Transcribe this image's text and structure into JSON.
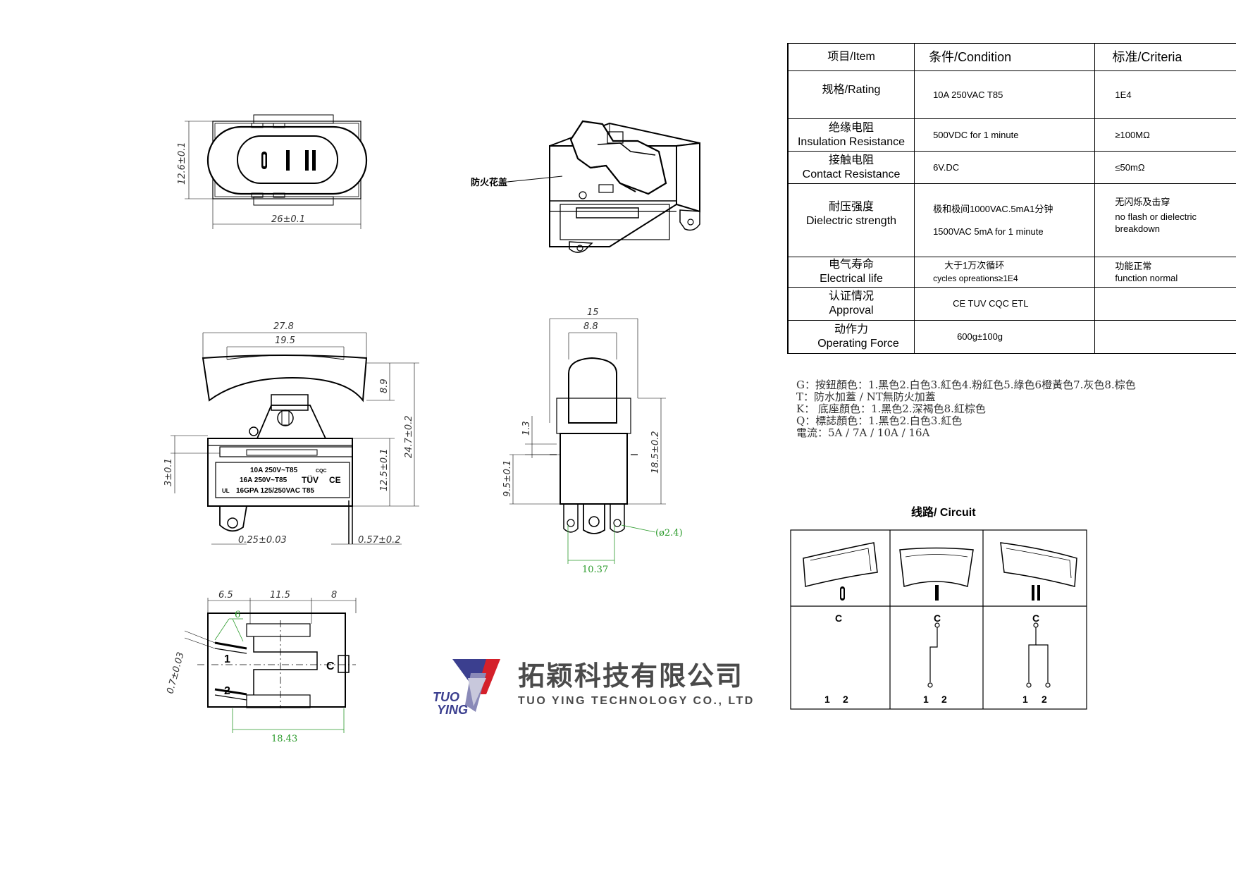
{
  "labels": {
    "fire_cover": "防火花盖",
    "mark_line1": "10A 250V~T85",
    "mark_line2": "16A 250V~T85",
    "mark_line3": "16GPA 125/250VAC T85",
    "mark_tuv": "TÜV",
    "mark_ce": "CE",
    "mark_cqc": "CQC",
    "mark_ul": "UL"
  },
  "dimensions": {
    "top_height": "12.6±0.1",
    "top_width": "26±0.1",
    "front_width_outer": "27.8",
    "front_width_inner": "19.5",
    "front_h1": "8.9",
    "front_h2": "24.7±0.2",
    "front_h3": "12.5±0.1",
    "front_h4": "3±0.1",
    "front_bottom_left": "0.25±0.03",
    "front_bottom_right": "0.57±0.2",
    "side_w1": "15",
    "side_w2": "8.8",
    "side_h1": "1.3",
    "side_h2": "9.5±0.1",
    "side_h3": "18.5±0.2",
    "side_hole": "(ø2.4)",
    "side_pin_span": "10.37",
    "bottom_w1": "6.5",
    "bottom_w2": "11.5",
    "bottom_w3": "8",
    "bottom_angle": "6",
    "bottom_thickness": "0.7±0.03",
    "bottom_span": "18.43",
    "pin_1": "1",
    "pin_2": "2",
    "pin_c": "C"
  },
  "switch_symbols": [
    "0",
    "I",
    "II"
  ],
  "table": {
    "headers": [
      "项目/Item",
      "条件/Condition",
      "标准/Criteria"
    ],
    "rows": [
      {
        "item_cn": "规格/Rating",
        "item_en": "",
        "condition": "10A  250VAC  T85",
        "condition2": "",
        "criteria": "1E4",
        "criteria2": ""
      },
      {
        "item_cn": "绝缘电阻",
        "item_en": "Insulation Resistance",
        "condition": "500VDC for 1 minute",
        "condition2": "",
        "criteria": "≥100MΩ",
        "criteria2": ""
      },
      {
        "item_cn": "接触电阻",
        "item_en": "Contact Resistance",
        "condition": "6V.DC",
        "condition2": "",
        "criteria": "≤50mΩ",
        "criteria2": ""
      },
      {
        "item_cn": "耐压强度",
        "item_en": "Dielectric strength",
        "condition": "极和极间1000VAC.5mA1分钟",
        "condition2": "1500VAC 5mA for 1 minute",
        "criteria": "无闪烁及击穿",
        "criteria2": "no flash or dielectric breakdown"
      },
      {
        "item_cn": "电气寿命",
        "item_en": "Electrical life",
        "condition": "大于1万次循环",
        "condition2": "cycles opreations≥1E4",
        "criteria": "功能正常",
        "criteria2": "function normal"
      },
      {
        "item_cn": "认证情况",
        "item_en": "Approval",
        "condition": "CE TUV CQC ETL",
        "condition2": "",
        "criteria": "",
        "criteria2": ""
      },
      {
        "item_cn": "动作力",
        "item_en": "Operating Force",
        "condition": "600g±100g",
        "condition2": "",
        "criteria": "",
        "criteria2": ""
      }
    ]
  },
  "notes": [
    "G：按鈕顏色：1.黑色2.白色3.紅色4.粉紅色5.綠色6橙黃色7.灰色8.棕色",
    "T：防水加蓋 / NT無防火加蓋",
    "K： 底座顏色：1.黑色2.深褐色8.紅棕色",
    "Q：標誌顏色：1.黑色2.白色3.紅色",
    "電流：5A / 7A / 10A / 16A"
  ],
  "circuit": {
    "title": "线路/ Circuit",
    "symbols": [
      "0",
      "I",
      "II"
    ],
    "terminal_c": "C",
    "terminal_1": "1",
    "terminal_2": "2"
  },
  "company": {
    "logo_text_1": "TUO",
    "logo_text_2": "YING",
    "name_cn": "拓颖科技有限公司",
    "name_en": "TUO YING TECHNOLOGY CO., LTD"
  },
  "colors": {
    "logo_blue": "#3b3f8f",
    "logo_red": "#d4202a",
    "dim_green": "#2a9a2a",
    "company_gray": "#4a4a4a"
  }
}
